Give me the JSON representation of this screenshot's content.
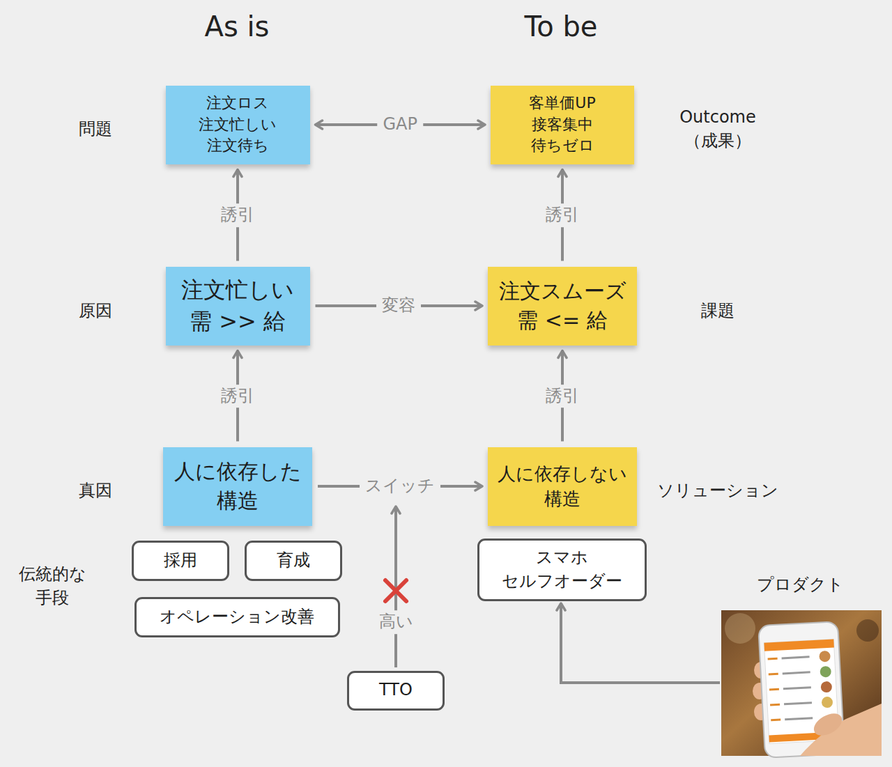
{
  "diagram": {
    "nodes": [
      {
        "text": [
          "注文ロス 注文忙しい 注文待ち"
        ]
      },
      {
        "text": [
          "客単価UP 接客集中 待ちゼロ"
        ]
      },
      {
        "text": [
          "注文忙しい 需 >> 給"
        ]
      },
      {
        "text": [
          "注文スムーズ 需 <= 給"
        ]
      },
      {
        "text": [
          "人に依存した 構造"
        ]
      },
      {
        "text": [
          "人に依存しない 構造"
        ]
      },
      {
        "text": [
          "採用"
        ]
      },
      {
        "text": [
          "育成"
        ]
      },
      {
        "text": [
          "スマホ セルフオーダー"
        ]
      },
      {
        "text": [
          "オペレーション改善"
        ]
      },
      {
        "text": [
          "TTO"
        ]
      }
    ],
    "edges": [
      {
        "from": 0,
        "to": 1,
        "label": "GAP",
        "arrow": "both"
      },
      {
        "from": 2,
        "to": 0,
        "label": "誘引",
        "arrow": "to"
      },
      {
        "from": 3,
        "to": 1,
        "label": "誘引",
        "arrow": "to"
      },
      {
        "from": 2,
        "to": 3,
        "label": "変容",
        "arrow": "to"
      },
      {
        "from": 4,
        "to": 2,
        "label": "誘引",
        "arrow": "to"
      },
      {
        "from": 5,
        "to": 3,
        "label": "誘引",
        "arrow": "to"
      },
      {
        "from": 4,
        "to": 5,
        "label": "スイッチ",
        "arrow": "to"
      }
    ],
    "labels": [
      "As is",
      "To be",
      "問題",
      "原因",
      "真因",
      "伝統的な 手段",
      "Outcome （成果）",
      "課題",
      "ソリューション",
      "プロダクト",
      "高い"
    ]
  }
}
